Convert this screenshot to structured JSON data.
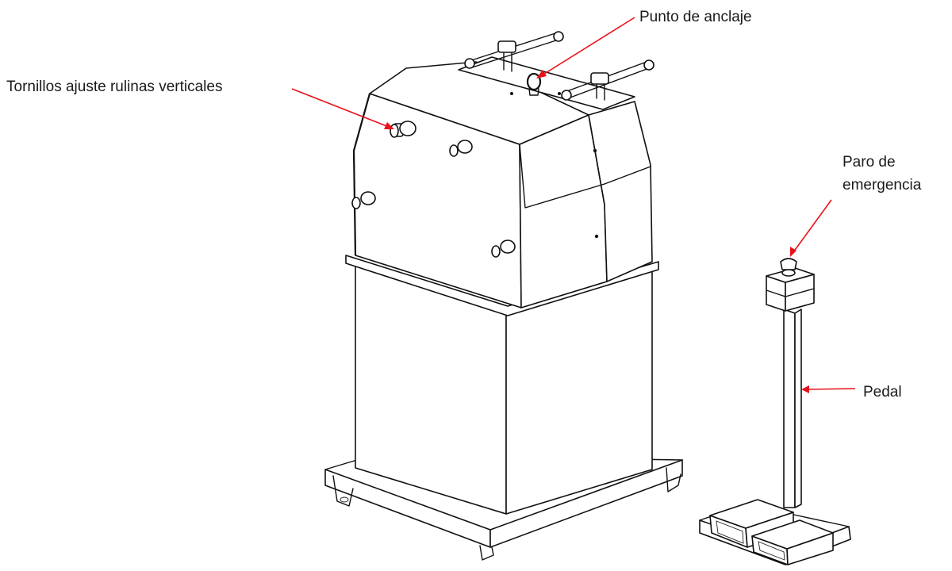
{
  "labels": {
    "adjust_screws": "Tornillos ajuste rulinas verticales",
    "anchor_point": "Punto de anclaje",
    "emergency_stop_line1": "Paro de",
    "emergency_stop_line2": "emergencia",
    "pedal": "Pedal"
  },
  "colors": {
    "arrow": "#e8101a",
    "line": "#111111",
    "background": "#ffffff"
  }
}
